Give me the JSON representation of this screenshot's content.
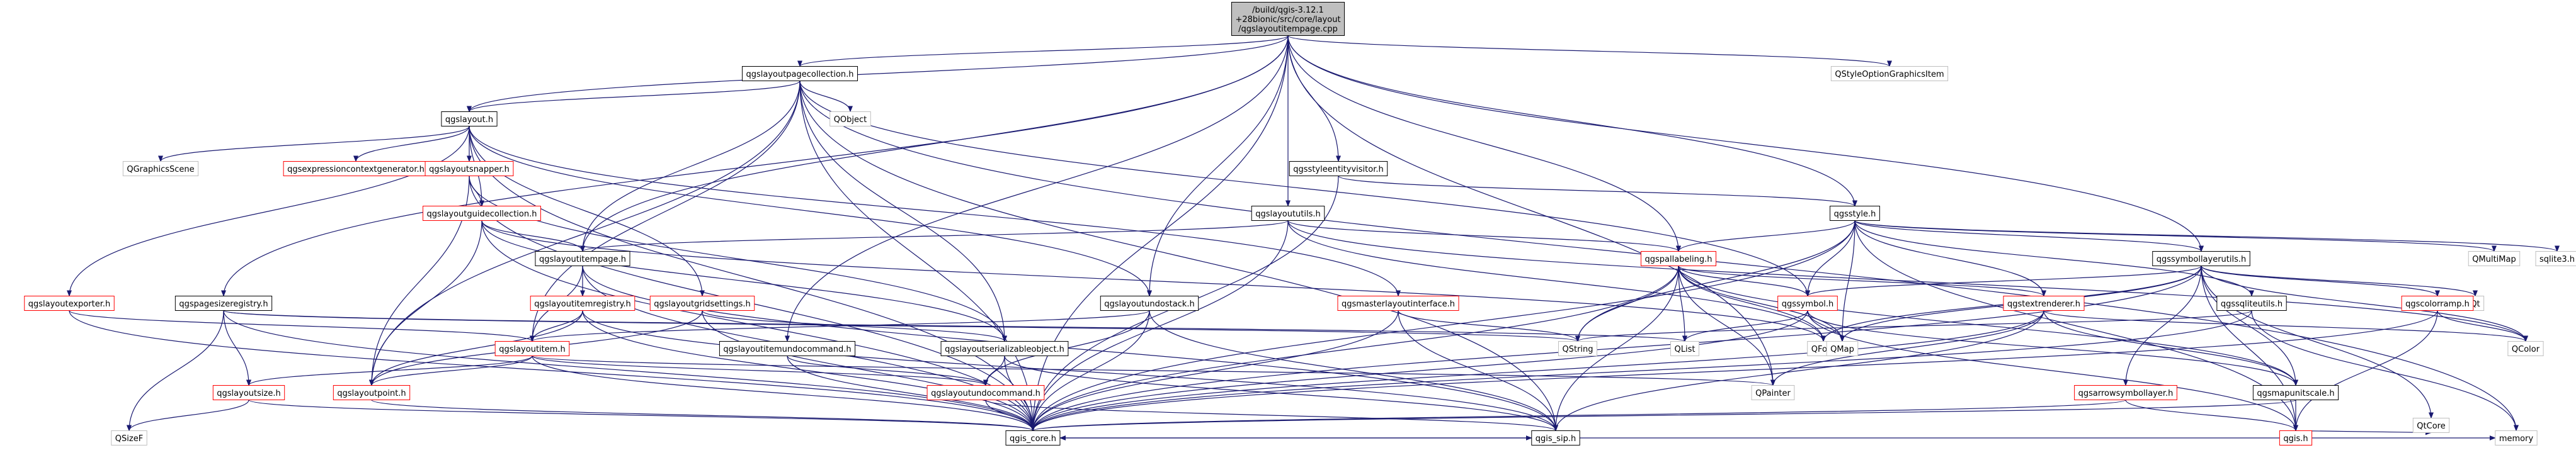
{
  "colors": {
    "edge": "#191970",
    "normal_border": "#000000",
    "link_border": "#000000",
    "normal_text": "#000000",
    "red_border": "#ff0000",
    "gray_border": "#bfbfbf",
    "root_fill": "#bfbfbf",
    "fill": "#ffffff"
  },
  "graph": {
    "nodes": [
      {
        "id": "root",
        "label": "/build/qgis-3.12.1\n+28bionic/src/core/layout\n/qgslayoutitempage.cpp",
        "style": "root"
      },
      {
        "id": "pagecoll",
        "label": "qgslayoutpagecollection.h",
        "style": "normal"
      },
      {
        "id": "qstyleopt",
        "label": "QStyleOptionGraphicsItem",
        "style": "gray"
      },
      {
        "id": "layout",
        "label": "qgslayout.h",
        "style": "normal"
      },
      {
        "id": "qobject",
        "label": "QObject",
        "style": "gray"
      },
      {
        "id": "qgraphicsscene",
        "label": "QGraphicsScene",
        "style": "gray"
      },
      {
        "id": "exprgen",
        "label": "qgsexpressioncontextgenerator.h",
        "style": "red"
      },
      {
        "id": "snapper",
        "label": "qgslayoutsnapper.h",
        "style": "red"
      },
      {
        "id": "guidecoll",
        "label": "qgslayoutguidecollection.h",
        "style": "red"
      },
      {
        "id": "entityvis",
        "label": "qgsstyleentityvisitor.h",
        "style": "normal"
      },
      {
        "id": "layoututils",
        "label": "qgslayoututils.h",
        "style": "normal"
      },
      {
        "id": "style",
        "label": "qgsstyle.h",
        "style": "normal"
      },
      {
        "id": "itempage",
        "label": "qgslayoutitempage.h",
        "style": "normal"
      },
      {
        "id": "exporter",
        "label": "qgslayoutexporter.h",
        "style": "red"
      },
      {
        "id": "pagesizereg",
        "label": "qgspagesizeregistry.h",
        "style": "normal"
      },
      {
        "id": "itemregistry",
        "label": "qgslayoutitemregistry.h",
        "style": "red"
      },
      {
        "id": "gridsettings",
        "label": "qgslayoutgridsettings.h",
        "style": "red"
      },
      {
        "id": "undostack",
        "label": "qgslayoutundostack.h",
        "style": "normal"
      },
      {
        "id": "masteriface",
        "label": "qgsmasterlayoutinterface.h",
        "style": "red"
      },
      {
        "id": "pallabeling",
        "label": "qgspallabeling.h",
        "style": "red"
      },
      {
        "id": "symbollayerutils",
        "label": "qgssymbollayerutils.h",
        "style": "normal"
      },
      {
        "id": "qmultimap",
        "label": "QMultiMap",
        "style": "gray"
      },
      {
        "id": "sqlite3",
        "label": "sqlite3.h",
        "style": "gray"
      },
      {
        "id": "qt",
        "label": "Qt",
        "style": "gray"
      },
      {
        "id": "layoutitem",
        "label": "qgslayoutitem.h",
        "style": "red"
      },
      {
        "id": "serializable",
        "label": "qgslayoutserializableobject.h",
        "style": "normal"
      },
      {
        "id": "itemundocmd",
        "label": "qgslayoutitemundocommand.h",
        "style": "normal"
      },
      {
        "id": "symbol",
        "label": "qgssymbol.h",
        "style": "red"
      },
      {
        "id": "textrenderer",
        "label": "qgstextrenderer.h",
        "style": "red"
      },
      {
        "id": "sqliteutils",
        "label": "qgssqliteutils.h",
        "style": "normal"
      },
      {
        "id": "colorramp",
        "label": "qgscolorramp.h",
        "style": "red"
      },
      {
        "id": "qfont",
        "label": "QFont",
        "style": "gray"
      },
      {
        "id": "qstring",
        "label": "QString",
        "style": "gray"
      },
      {
        "id": "qlist",
        "label": "QList",
        "style": "gray"
      },
      {
        "id": "qmap",
        "label": "QMap",
        "style": "gray"
      },
      {
        "id": "qcolor",
        "label": "QColor",
        "style": "gray"
      },
      {
        "id": "arrowsym",
        "label": "qgsarrowsymbollayer.h",
        "style": "red"
      },
      {
        "id": "mapunitscale",
        "label": "qgsmapunitscale.h",
        "style": "normal"
      },
      {
        "id": "layoutsize",
        "label": "qgslayoutsize.h",
        "style": "red"
      },
      {
        "id": "layoutpoint",
        "label": "qgslayoutpoint.h",
        "style": "red"
      },
      {
        "id": "undocommand",
        "label": "qgslayoutundocommand.h",
        "style": "red"
      },
      {
        "id": "qpainter",
        "label": "QPainter",
        "style": "gray"
      },
      {
        "id": "qgish",
        "label": "qgis.h",
        "style": "red"
      },
      {
        "id": "qtcore",
        "label": "QtCore",
        "style": "gray"
      },
      {
        "id": "qsizef",
        "label": "QSizeF",
        "style": "gray"
      },
      {
        "id": "qgiscore",
        "label": "qgis_core.h",
        "style": "normal"
      },
      {
        "id": "qgissip",
        "label": "qgis_sip.h",
        "style": "normal"
      },
      {
        "id": "memory",
        "label": "memory",
        "style": "gray"
      }
    ],
    "edges": [
      [
        "root",
        "pagecoll"
      ],
      [
        "root",
        "qstyleopt"
      ],
      [
        "root",
        "layout"
      ],
      [
        "root",
        "itempage"
      ],
      [
        "root",
        "pagesizereg"
      ],
      [
        "root",
        "entityvis"
      ],
      [
        "root",
        "layoututils"
      ],
      [
        "root",
        "style"
      ],
      [
        "root",
        "undostack"
      ],
      [
        "root",
        "pallabeling"
      ],
      [
        "root",
        "itemundocmd"
      ],
      [
        "root",
        "qpainter"
      ],
      [
        "root",
        "qgiscore"
      ],
      [
        "root",
        "symbollayerutils"
      ],
      [
        "pagecoll",
        "layout"
      ],
      [
        "pagecoll",
        "qobject"
      ],
      [
        "pagecoll",
        "itempage"
      ],
      [
        "pagecoll",
        "layoutitem"
      ],
      [
        "pagecoll",
        "serializable"
      ],
      [
        "pagecoll",
        "layoutpoint"
      ],
      [
        "pagecoll",
        "qgiscore"
      ],
      [
        "pagecoll",
        "qgissip"
      ],
      [
        "pagecoll",
        "memory"
      ],
      [
        "pagecoll",
        "symbol"
      ],
      [
        "layout",
        "qgraphicsscene"
      ],
      [
        "layout",
        "exprgen"
      ],
      [
        "layout",
        "snapper"
      ],
      [
        "layout",
        "guidecoll"
      ],
      [
        "layout",
        "exporter"
      ],
      [
        "layout",
        "gridsettings"
      ],
      [
        "layout",
        "masteriface"
      ],
      [
        "layout",
        "qgiscore"
      ],
      [
        "layout",
        "undostack"
      ],
      [
        "snapper",
        "guidecoll"
      ],
      [
        "snapper",
        "layoutpoint"
      ],
      [
        "snapper",
        "serializable"
      ],
      [
        "snapper",
        "qgiscore"
      ],
      [
        "guidecoll",
        "itempage"
      ],
      [
        "guidecoll",
        "serializable"
      ],
      [
        "guidecoll",
        "layoutpoint"
      ],
      [
        "guidecoll",
        "qgiscore"
      ],
      [
        "guidecoll",
        "qfont"
      ],
      [
        "entityvis",
        "style"
      ],
      [
        "entityvis",
        "qgiscore"
      ],
      [
        "layoututils",
        "itempage"
      ],
      [
        "layoututils",
        "qgiscore"
      ],
      [
        "layoututils",
        "qfont"
      ],
      [
        "layoututils",
        "pallabeling"
      ],
      [
        "layoututils",
        "qcolor"
      ],
      [
        "style",
        "pallabeling"
      ],
      [
        "style",
        "symbollayerutils"
      ],
      [
        "style",
        "qmultimap"
      ],
      [
        "style",
        "sqlite3"
      ],
      [
        "style",
        "textrenderer"
      ],
      [
        "style",
        "sqliteutils"
      ],
      [
        "style",
        "qgiscore"
      ],
      [
        "style",
        "qstring"
      ],
      [
        "style",
        "qmap"
      ],
      [
        "style",
        "symbol"
      ],
      [
        "style",
        "qgish"
      ],
      [
        "itempage",
        "layoutitem"
      ],
      [
        "itempage",
        "itemregistry"
      ],
      [
        "itempage",
        "qgiscore"
      ],
      [
        "itempage",
        "qgissip"
      ],
      [
        "exporter",
        "layoutitem"
      ],
      [
        "exporter",
        "qgiscore"
      ],
      [
        "pagesizereg",
        "layoutsize"
      ],
      [
        "pagesizereg",
        "qsizef"
      ],
      [
        "pagesizereg",
        "qgiscore"
      ],
      [
        "pagesizereg",
        "qlist"
      ],
      [
        "pagesizereg",
        "qstring"
      ],
      [
        "itemregistry",
        "layoutitem"
      ],
      [
        "itemregistry",
        "qgiscore"
      ],
      [
        "itemregistry",
        "layoutpoint"
      ],
      [
        "itemregistry",
        "qgissip"
      ],
      [
        "gridsettings",
        "serializable"
      ],
      [
        "gridsettings",
        "qgiscore"
      ],
      [
        "gridsettings",
        "layoutpoint"
      ],
      [
        "undostack",
        "undocommand"
      ],
      [
        "undostack",
        "qgiscore"
      ],
      [
        "undostack",
        "qgissip"
      ],
      [
        "undostack",
        "layoutitem"
      ],
      [
        "masteriface",
        "qgiscore"
      ],
      [
        "masteriface",
        "qgissip"
      ],
      [
        "masteriface",
        "qstring"
      ],
      [
        "pallabeling",
        "qfont"
      ],
      [
        "pallabeling",
        "qstring"
      ],
      [
        "pallabeling",
        "qlist"
      ],
      [
        "pallabeling",
        "qmap"
      ],
      [
        "pallabeling",
        "qpainter"
      ],
      [
        "pallabeling",
        "symbol"
      ],
      [
        "pallabeling",
        "textrenderer"
      ],
      [
        "pallabeling",
        "mapunitscale"
      ],
      [
        "pallabeling",
        "qgiscore"
      ],
      [
        "pallabeling",
        "qgissip"
      ],
      [
        "symbollayerutils",
        "qcolor"
      ],
      [
        "symbollayerutils",
        "qt"
      ],
      [
        "symbollayerutils",
        "colorramp"
      ],
      [
        "symbollayerutils",
        "symbol"
      ],
      [
        "symbollayerutils",
        "arrowsym"
      ],
      [
        "symbollayerutils",
        "mapunitscale"
      ],
      [
        "symbollayerutils",
        "qgiscore"
      ],
      [
        "symbollayerutils",
        "qmap"
      ],
      [
        "symbollayerutils",
        "qfont"
      ],
      [
        "symbollayerutils",
        "qtcore"
      ],
      [
        "symbollayerutils",
        "qgish"
      ],
      [
        "layoutitem",
        "layoutsize"
      ],
      [
        "layoutitem",
        "layoutpoint"
      ],
      [
        "layoutitem",
        "undocommand"
      ],
      [
        "layoutitem",
        "qgiscore"
      ],
      [
        "layoutitem",
        "qpainter"
      ],
      [
        "serializable",
        "undocommand"
      ],
      [
        "serializable",
        "qgiscore"
      ],
      [
        "serializable",
        "qgissip"
      ],
      [
        "itemundocmd",
        "undocommand"
      ],
      [
        "itemundocmd",
        "qgiscore"
      ],
      [
        "symbol",
        "qmap"
      ],
      [
        "symbol",
        "qgish"
      ],
      [
        "symbol",
        "qgiscore"
      ],
      [
        "symbol",
        "mapunitscale"
      ],
      [
        "symbol",
        "qlist"
      ],
      [
        "textrenderer",
        "qcolor"
      ],
      [
        "textrenderer",
        "qgiscore"
      ],
      [
        "textrenderer",
        "qgissip"
      ],
      [
        "textrenderer",
        "qpainter"
      ],
      [
        "textrenderer",
        "mapunitscale"
      ],
      [
        "sqliteutils",
        "qgiscore"
      ],
      [
        "sqliteutils",
        "memory"
      ],
      [
        "sqliteutils",
        "qstring"
      ],
      [
        "colorramp",
        "qcolor"
      ],
      [
        "colorramp",
        "qgish"
      ],
      [
        "colorramp",
        "qgiscore"
      ],
      [
        "arrowsym",
        "qgish"
      ],
      [
        "arrowsym",
        "qgiscore"
      ],
      [
        "mapunitscale",
        "qgish"
      ],
      [
        "mapunitscale",
        "qgiscore"
      ],
      [
        "layoutsize",
        "qsizef"
      ],
      [
        "layoutsize",
        "qgiscore"
      ],
      [
        "layoutpoint",
        "qgiscore"
      ],
      [
        "undocommand",
        "qgiscore"
      ],
      [
        "undocommand",
        "qgissip"
      ],
      [
        "qgish",
        "qgiscore"
      ],
      [
        "qgish",
        "memory"
      ],
      [
        "qgish",
        "qtcore"
      ],
      [
        "qgiscore",
        "qgissip"
      ]
    ]
  }
}
